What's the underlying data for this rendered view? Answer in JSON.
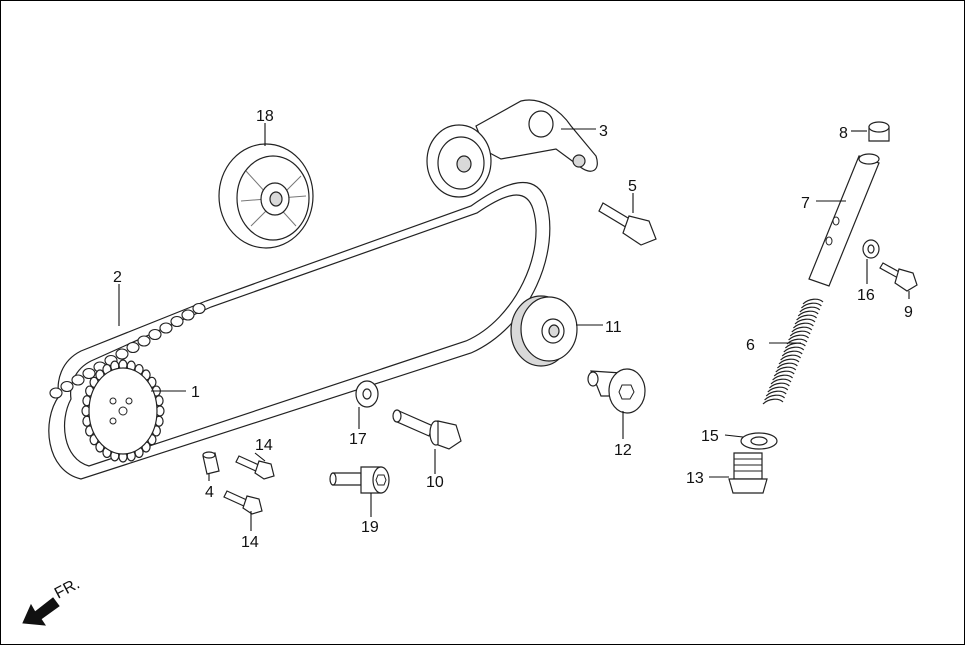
{
  "diagram": {
    "callouts": [
      "1",
      "2",
      "3",
      "4",
      "5",
      "6",
      "7",
      "8",
      "9",
      "10",
      "11",
      "12",
      "13",
      "14",
      "14",
      "15",
      "16",
      "17",
      "18",
      "19"
    ],
    "direction_label": "FR.",
    "colors": {
      "ink": "#111111",
      "paper": "#ffffff",
      "shade": "#d9d9d9"
    }
  }
}
